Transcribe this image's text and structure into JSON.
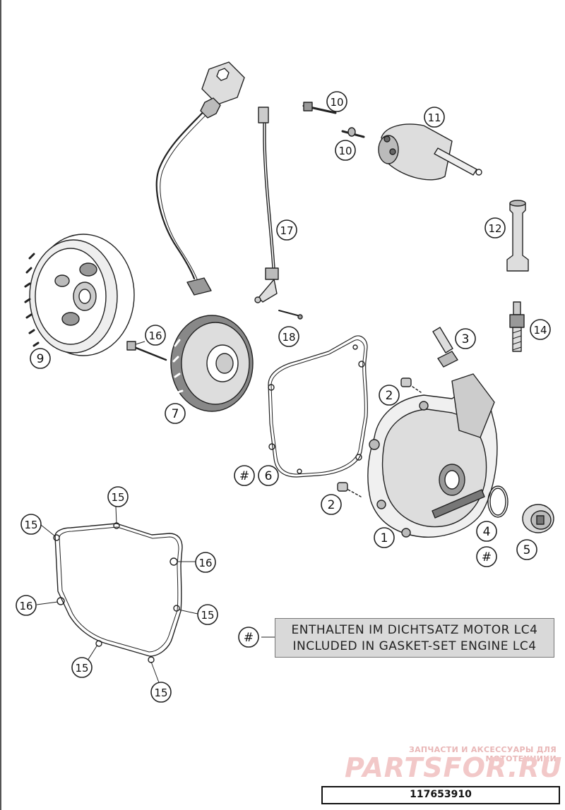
{
  "callouts": [
    {
      "id": "c1",
      "label": "1",
      "name": "callout-1"
    },
    {
      "id": "c2a",
      "label": "2",
      "name": "callout-2-upper"
    },
    {
      "id": "c2b",
      "label": "2",
      "name": "callout-2-lower"
    },
    {
      "id": "c3",
      "label": "3",
      "name": "callout-3"
    },
    {
      "id": "c4",
      "label": "4",
      "name": "callout-4"
    },
    {
      "id": "c4h",
      "label": "#",
      "name": "callout-4-hash"
    },
    {
      "id": "c5",
      "label": "5",
      "name": "callout-5"
    },
    {
      "id": "c6",
      "label": "6",
      "name": "callout-6"
    },
    {
      "id": "c6h",
      "label": "#",
      "name": "callout-6-hash"
    },
    {
      "id": "c7",
      "label": "7",
      "name": "callout-7"
    },
    {
      "id": "c9",
      "label": "9",
      "name": "callout-9"
    },
    {
      "id": "c10a",
      "label": "10",
      "name": "callout-10-upper"
    },
    {
      "id": "c10b",
      "label": "10",
      "name": "callout-10-lower"
    },
    {
      "id": "c11",
      "label": "11",
      "name": "callout-11"
    },
    {
      "id": "c12",
      "label": "12",
      "name": "callout-12"
    },
    {
      "id": "c14",
      "label": "14",
      "name": "callout-14"
    },
    {
      "id": "c16a",
      "label": "16",
      "name": "callout-16-stator-bolt"
    },
    {
      "id": "c17",
      "label": "17",
      "name": "callout-17"
    },
    {
      "id": "c18",
      "label": "18",
      "name": "callout-18"
    },
    {
      "id": "c15a",
      "label": "15",
      "name": "callout-15-top"
    },
    {
      "id": "c15b",
      "label": "15",
      "name": "callout-15-left-top"
    },
    {
      "id": "c16b",
      "label": "16",
      "name": "callout-16-right-top"
    },
    {
      "id": "c16c",
      "label": "16",
      "name": "callout-16-left"
    },
    {
      "id": "c15c",
      "label": "15",
      "name": "callout-15-right"
    },
    {
      "id": "c15d",
      "label": "15",
      "name": "callout-15-bottom-left"
    },
    {
      "id": "c15e",
      "label": "15",
      "name": "callout-15-bottom"
    },
    {
      "id": "cLeg",
      "label": "#",
      "name": "callout-legend-hash"
    }
  ],
  "legend": {
    "line1": "ENTHALTEN IM DICHTSATZ MOTOR LC4",
    "line2": "INCLUDED IN GASKET-SET ENGINE LC4"
  },
  "watermark": {
    "tagline": "ЗАПЧАСТИ И АКСЕССУАРЫ ДЛЯ МОТОТЕХНИКИ",
    "logo": "PARTSFOR.RU"
  },
  "document_number": "117653910",
  "colors": {
    "line": "#222222",
    "shade": "#9a9a9a",
    "light_shade": "#d4d4d4",
    "legend_bg": "#d9d9d9",
    "watermark": "#f2c8c8"
  }
}
